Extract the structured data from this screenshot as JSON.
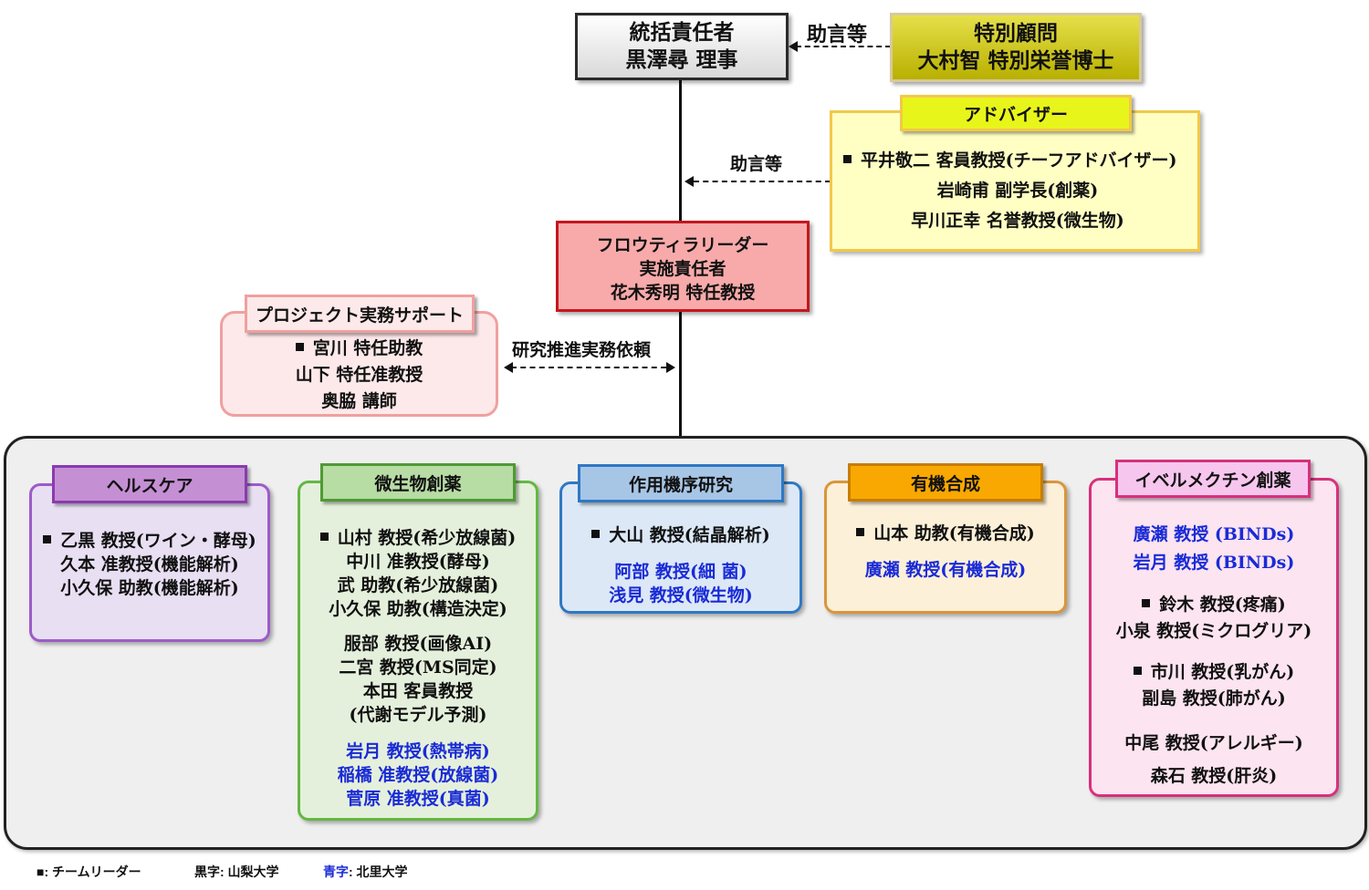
{
  "head": {
    "title": "統括責任者",
    "name": "黒澤尋 理事"
  },
  "special_advisor": {
    "title": "特別顧問",
    "name": "大村智 特別栄誉博士"
  },
  "advice_label_top": "助言等",
  "advisers": {
    "tag": "アドバイザー",
    "members": [
      "平井敬二 客員教授(チーフアドバイザー)",
      "岩崎甫 副学長(創薬)",
      "早川正幸 名誉教授(微生物)"
    ]
  },
  "advice_label_mid": "助言等",
  "frontier": {
    "lines": [
      "フロウティラリーダー",
      "実施責任者",
      "花木秀明 特任教授"
    ]
  },
  "support": {
    "tag": "プロジェクト実務サポート",
    "members": [
      "宮川 特任助教",
      "山下 特任准教授",
      "奥脇 講師"
    ],
    "link_label": "研究推進実務依頼"
  },
  "teams": {
    "healthcare": {
      "tag": "ヘルスケア",
      "members": [
        "乙黒 教授(ワイン・酵母)",
        "久本 准教授(機能解析)",
        "小久保 助教(機能解析)"
      ]
    },
    "microbe": {
      "tag": "微生物創薬",
      "group1": [
        "山村 教授(希少放線菌)",
        "中川 准教授(酵母)",
        "武 助教(希少放線菌)",
        "小久保 助教(構造決定)"
      ],
      "group2": [
        "服部 教授(画像AI)",
        "二宮 教授(MS同定)",
        "本田 客員教授",
        "(代謝モデル予測)"
      ],
      "group3": [
        "岩月 教授(熱帯病)",
        "稲橋 准教授(放線菌)",
        "菅原 准教授(真菌)"
      ]
    },
    "mechanism": {
      "tag": "作用機序研究",
      "leader": "大山 教授(結晶解析)",
      "kitasato": [
        "阿部 教授(細 菌)",
        "浅見 教授(微生物)"
      ]
    },
    "synthesis": {
      "tag": "有機合成",
      "leader": "山本 助教(有機合成)",
      "kitasato": [
        "廣瀬 教授(有機合成)"
      ]
    },
    "ivermectin": {
      "tag": "イベルメクチン創薬",
      "kitasato": [
        "廣瀬 教授 (BINDs)",
        "岩月 教授 (BINDs)"
      ],
      "group1": [
        "鈴木 教授(疼痛)",
        "小泉 教授(ミクログリア)"
      ],
      "group2": [
        "市川 教授(乳がん)",
        "副島 教授(肺がん)"
      ],
      "group3": [
        "中尾 教授(アレルギー)",
        "森石 教授(肝炎)"
      ]
    }
  },
  "legend": {
    "leader": "■: チームリーダー",
    "black": "黒字: 山梨大学",
    "blue": "青字: 北里大学"
  },
  "colors": {
    "blue_text": "#1a2bd6",
    "frontier_border": "#c5161d",
    "panel_bg": "#efefef"
  }
}
